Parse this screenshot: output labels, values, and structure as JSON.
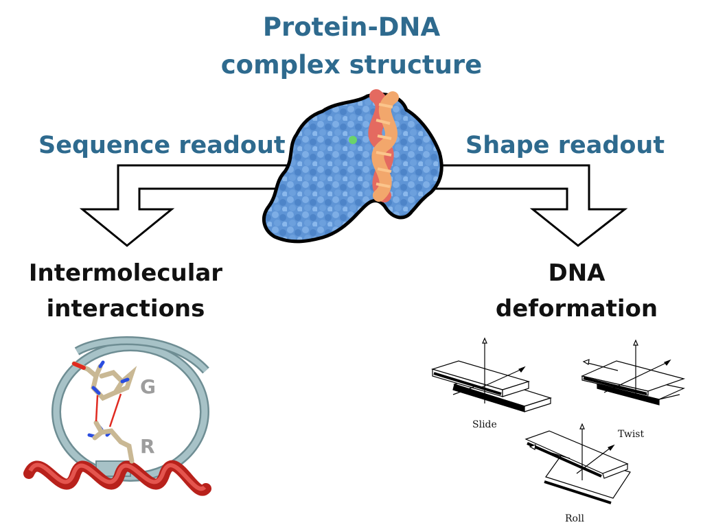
{
  "title": {
    "line1": "Protein-DNA",
    "line2": "complex structure"
  },
  "left_label": "Sequence readout",
  "right_label": "Shape readout",
  "left_result": {
    "line1": "Intermolecular",
    "line2": "interactions"
  },
  "right_result": {
    "line1": "DNA",
    "line2": "deformation"
  },
  "residue_labels": {
    "base": "G",
    "residue": "R"
  },
  "step_labels": {
    "slide": "Slide",
    "twist": "Twist",
    "roll": "Roll"
  },
  "colors": {
    "title": "#2e6a8e",
    "protein": "#5b93d6",
    "dna_red": "#e0635c",
    "dna_orange": "#f0a468",
    "helix": "#d0312b",
    "ring": "#8fb0b6"
  }
}
